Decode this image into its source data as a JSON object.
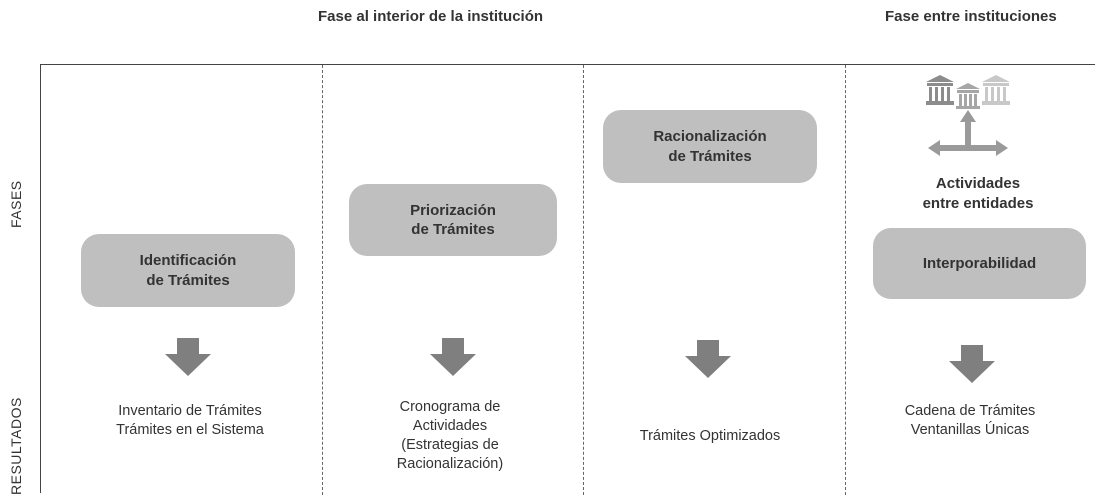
{
  "headers": {
    "inside_institution": "Fase al interior de la institución",
    "between_institutions": "Fase entre instituciones"
  },
  "row_labels": {
    "phases": "FASES",
    "results": "RESULTADOS"
  },
  "phases": [
    {
      "label": "Identificación\nde Trámites"
    },
    {
      "label": "Priorización\nde Trámites"
    },
    {
      "label": "Racionalización\nde Trámites"
    },
    {
      "label": "Interporabilidad"
    }
  ],
  "between_activities_label": "Actividades\nentre entidades",
  "results": [
    "Inventario de Trámites\nTrámites en el Sistema",
    "Cronograma de\nActividades\n(Estrategias de\nRacionalización)",
    "Trámites Optimizados",
    "Cadena de Trámites\nVentanillas Únicas"
  ],
  "colors": {
    "box_fill": "#bfbfbf",
    "arrow_fill": "#7f7f7f",
    "text": "#333333"
  },
  "icons": [
    "building-icon",
    "down-arrow-icon",
    "double-arrow-icon"
  ]
}
